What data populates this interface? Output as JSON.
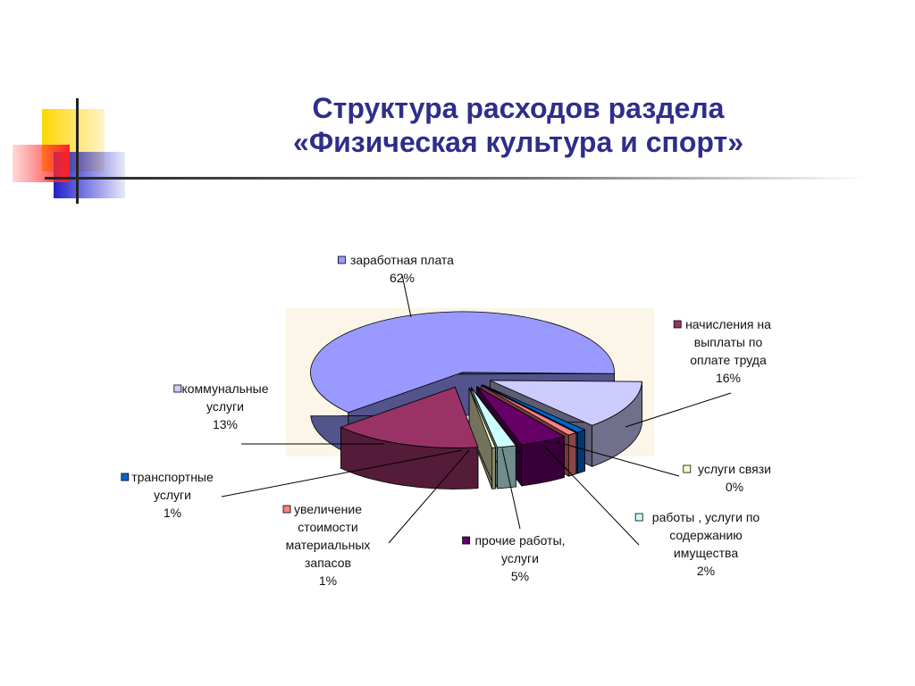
{
  "title": {
    "line1": "Структура расходов раздела",
    "line2": "«Физическая культура и спорт»"
  },
  "chart_data": {
    "type": "pie",
    "title": "Структура расходов раздела «Физическая культура и спорт»",
    "slices": [
      {
        "name": "заработная плата",
        "value": 62,
        "label": "62%",
        "color": "#9999ff"
      },
      {
        "name": "начисления на выплаты по оплате труда",
        "value": 16,
        "label": "16%",
        "color": "#993366"
      },
      {
        "name": "услуги связи",
        "value": 0,
        "label": "0%",
        "color": "#ffffcc"
      },
      {
        "name": "работы , услуги по содержанию имущества",
        "value": 2,
        "label": "2%",
        "color": "#ccffff"
      },
      {
        "name": "прочие работы, услуги",
        "value": 5,
        "label": "5%",
        "color": "#660066"
      },
      {
        "name": "увеличение стоимости материальных запасов",
        "value": 1,
        "label": "1%",
        "color": "#ff8080"
      },
      {
        "name": "транспортные услуги",
        "value": 1,
        "label": "1%",
        "color": "#0066cc"
      },
      {
        "name": "коммунальные услуги",
        "value": 13,
        "label": "13%",
        "color": "#ccccff"
      }
    ],
    "labels": [
      {
        "lines": [
          "заработная плата",
          "62%"
        ],
        "slice": 0
      },
      {
        "lines": [
          "начисления на",
          "выплаты по",
          "оплате труда",
          "16%"
        ],
        "slice": 1
      },
      {
        "lines": [
          "услуги связи",
          "0%"
        ],
        "slice": 2
      },
      {
        "lines": [
          "работы , услуги по",
          "содержанию",
          "имущества",
          "2%"
        ],
        "slice": 3
      },
      {
        "lines": [
          "прочие работы,",
          "услуги",
          "5%"
        ],
        "slice": 4
      },
      {
        "lines": [
          "увеличение",
          "стоимости",
          "материальных",
          "запасов",
          "1%"
        ],
        "slice": 5
      },
      {
        "lines": [
          "транспортные",
          "услуги",
          "1%"
        ],
        "slice": 6
      },
      {
        "lines": [
          "коммунальные",
          "услуги",
          "13%"
        ],
        "slice": 7
      }
    ]
  }
}
